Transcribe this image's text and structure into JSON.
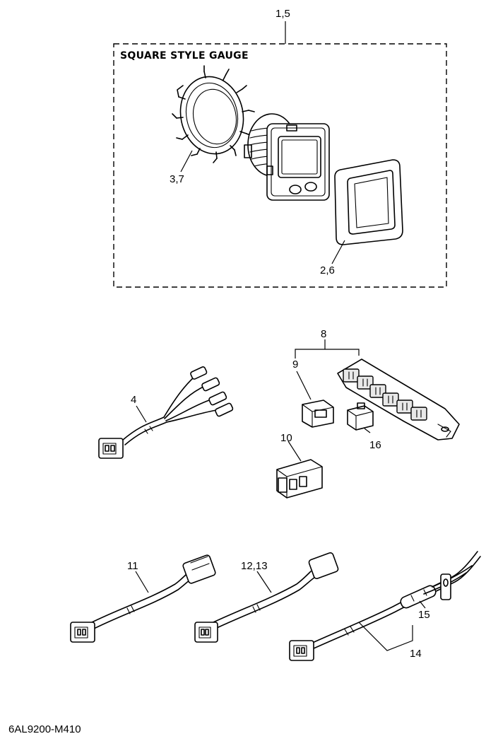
{
  "box_title": "SQUARE STYLE GAUGE",
  "diagram_code": "6AL9200-M410",
  "callouts": {
    "set_1_5": "1,5",
    "retainer_3_7": "3,7",
    "gasket_2_6": "2,6",
    "harness_4": "4",
    "holder_8": "8",
    "connector_9": "9",
    "connector_10": "10",
    "cap_16": "16",
    "cable_11": "11",
    "cable_12_13": "12,13",
    "cable_14": "14",
    "fuse_15": "15"
  }
}
